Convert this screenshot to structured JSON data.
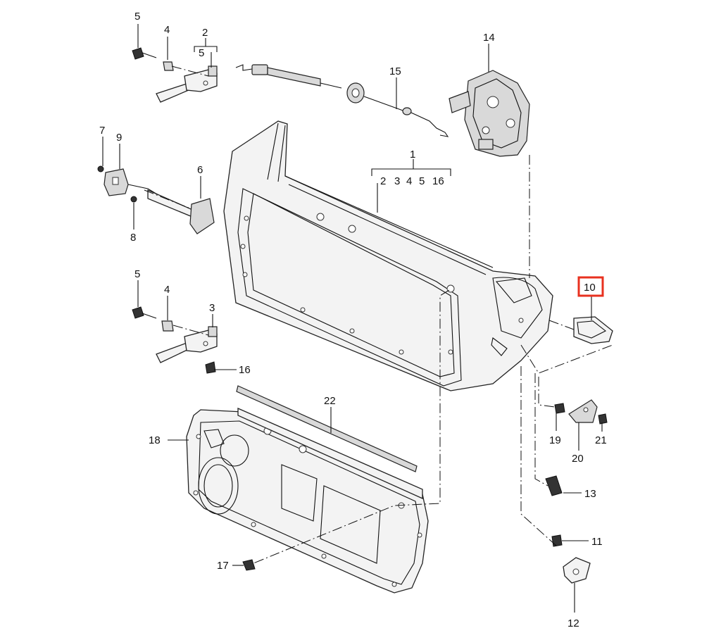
{
  "callouts": {
    "l1": "1",
    "l2_top": "2",
    "l3": "3",
    "l4_top": "4",
    "l4_mid": "4",
    "l5_top": "5",
    "l5_sub": "5",
    "l5_mid": "5",
    "l6": "6",
    "l7": "7",
    "l8": "8",
    "l9": "9",
    "l10": "10",
    "l11": "11",
    "l12": "12",
    "l13": "13",
    "l14": "14",
    "l15": "15",
    "l16": "16",
    "l17": "17",
    "l18": "18",
    "l19": "19",
    "l20": "20",
    "l21": "21",
    "l22": "22",
    "g1_a": "2",
    "g1_b": "3",
    "g1_c": "4",
    "g1_d": "5",
    "g1_e": "16"
  },
  "highlight": {
    "callout": "10",
    "color": "#e8311f"
  }
}
